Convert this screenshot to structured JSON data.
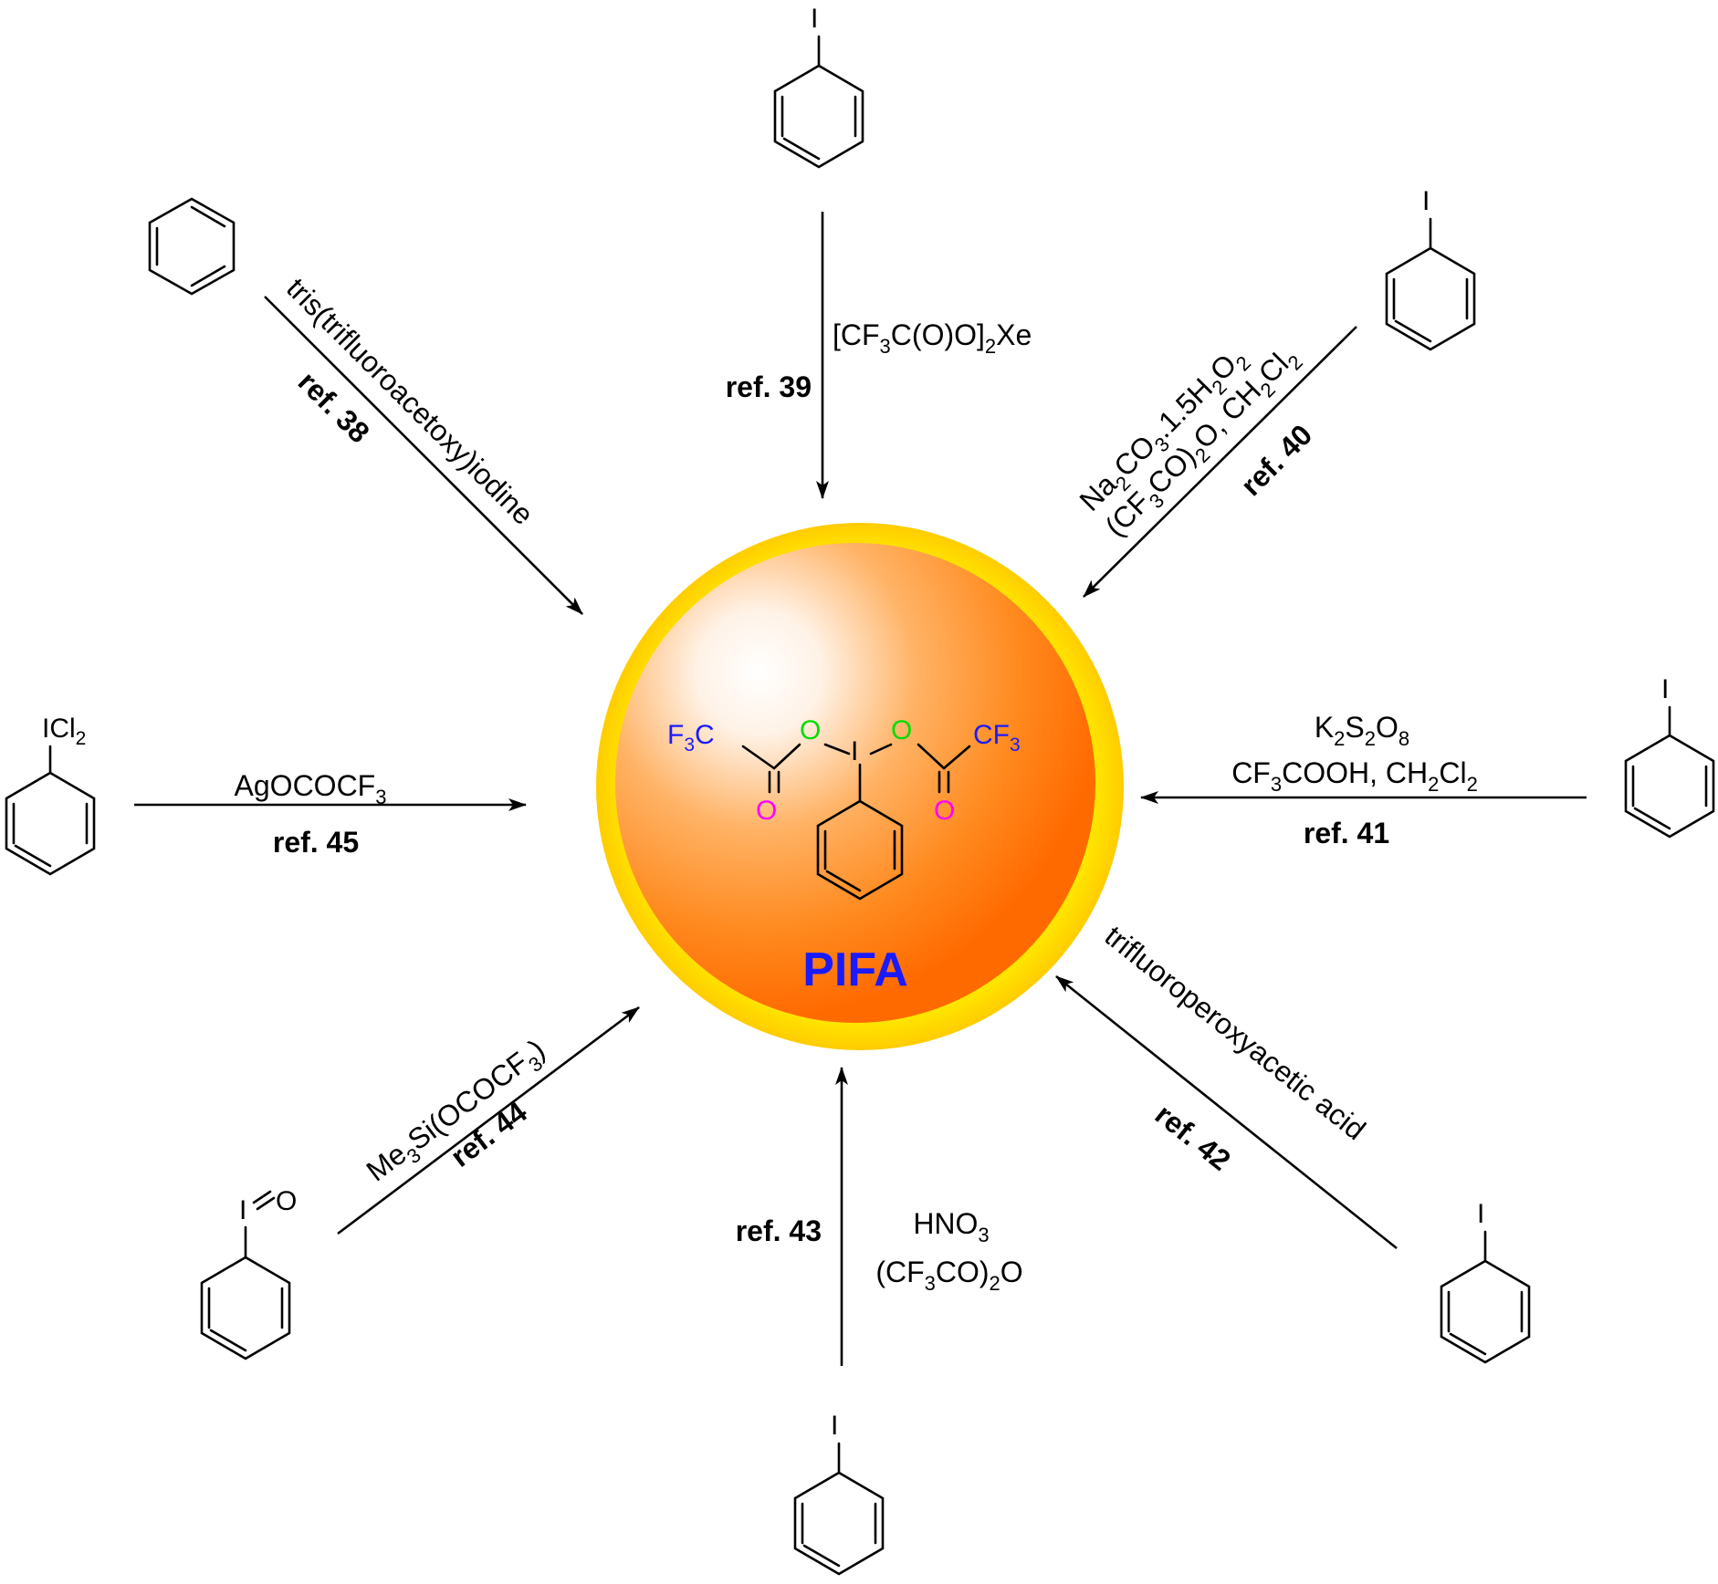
{
  "center": {
    "title": "PIFA",
    "atoms": {
      "f3c_left": "F",
      "f3c_left_sub": "3",
      "f3c_left_c": "C",
      "o_left": "O",
      "iodine": "I",
      "o_right": "O",
      "cf3_right": "CF",
      "cf3_right_sub": "3",
      "carbonyl_o_left": "O",
      "carbonyl_o_right": "O"
    }
  },
  "routes": [
    {
      "id": "ref38",
      "reagent": "tris(trifluoroacetoxy)iodine",
      "ref": "ref. 38",
      "substituent": ""
    },
    {
      "id": "ref39",
      "reagent_parts": [
        "[CF",
        "3",
        "C(O)O]",
        "2",
        "Xe"
      ],
      "ref": "ref. 39",
      "substituent": "I"
    },
    {
      "id": "ref40",
      "reagent_line1_parts": [
        "Na",
        "2",
        "CO",
        "3",
        ".1.5H",
        "2",
        "O",
        "2"
      ],
      "reagent_line2_parts": [
        "(CF",
        "3",
        "CO)",
        "2",
        "O, CH",
        "2",
        "Cl",
        "2"
      ],
      "ref": "ref. 40",
      "substituent": "I"
    },
    {
      "id": "ref41",
      "reagent_line1_parts": [
        "K",
        "2",
        "S",
        "2",
        "O",
        "8"
      ],
      "reagent_line2_parts": [
        "CF",
        "3",
        "COOH, CH",
        "2",
        "Cl",
        "2"
      ],
      "ref": "ref. 41",
      "substituent": "I"
    },
    {
      "id": "ref42",
      "reagent": "trifluoroperoxyacetic acid",
      "ref": "ref. 42",
      "substituent": "I"
    },
    {
      "id": "ref43",
      "reagent_line1_parts": [
        "HNO",
        "3"
      ],
      "reagent_line2_parts": [
        "(CF",
        "3",
        "CO)",
        "2",
        "O"
      ],
      "ref": "ref. 43",
      "substituent": "I"
    },
    {
      "id": "ref44",
      "reagent_parts": [
        "Me",
        "3",
        "Si(OCOCF",
        "3",
        ")"
      ],
      "ref": "ref. 44",
      "substituent_parts": [
        "I",
        "O"
      ]
    },
    {
      "id": "ref45",
      "reagent_parts": [
        "AgOCOCF",
        "3"
      ],
      "ref": "ref. 45",
      "substituent_parts": [
        "ICl",
        "2"
      ]
    }
  ],
  "colors": {
    "ring_outer": "#ffee00",
    "ring_inner": "#ff7a00",
    "title": "#1a1aff",
    "fluorine_carbon": "#1a1aff",
    "ester_oxygen": "#00ee00",
    "carbonyl_oxygen": "#ff00ff"
  }
}
